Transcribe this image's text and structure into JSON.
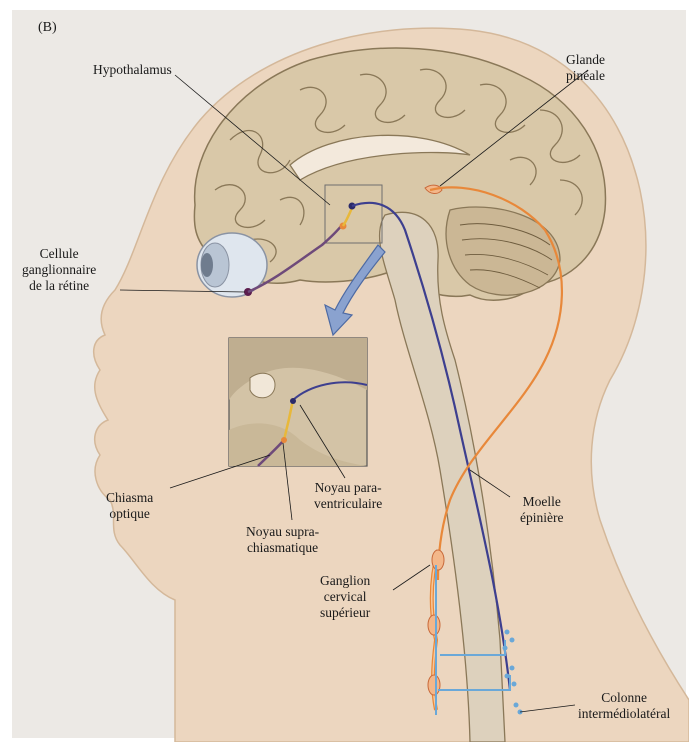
{
  "figure": {
    "panel_letter": "(B)",
    "labels": {
      "hypothalamus": "Hypothalamus",
      "pineal": "Glande\npinéale",
      "retinal_cell": "Cellule\nganglionnaire\nde la rétine",
      "chiasma": "Chiasma\noptique",
      "paraventricular": "Noyau para-\nventriculaire",
      "suprachiasmatic": "Noyau supra-\nchiasmatique",
      "spinal_cord": "Moelle\népinière",
      "ganglion": "Ganglion\ncervical\nsupérieur",
      "intermediolateral": "Colonne\nintermédiolatéral"
    }
  },
  "colors": {
    "skin": "#ecd6bf",
    "brain": "#d9c8a8",
    "nerve_blue": "#3d3f8f",
    "nerve_orange": "#e8883a",
    "nerve_light_blue": "#6aa8d8"
  }
}
